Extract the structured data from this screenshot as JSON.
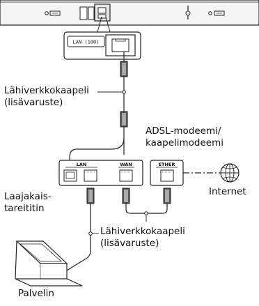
{
  "figure": {
    "soundbar_port_label": "LAN (100)",
    "cable_top_label": [
      "Lähiverkkokaapeli",
      "(lisävaruste)"
    ],
    "modem_label": [
      "ADSL-modeemi/",
      "kaapelimodeemi"
    ],
    "router_label": [
      "Laajakais-",
      "tareititin"
    ],
    "router_lan_label": "LAN",
    "router_wan_label": "WAN",
    "modem_port_label": "ETHER",
    "internet_label": "Internet",
    "cable_bottom_label": [
      "Lähiverkkokaapeli",
      "(lisävaruste)"
    ],
    "server_label": "Palvelin"
  },
  "icons": [
    "soundbar",
    "lan-port-icon",
    "cable-plug-icon",
    "router",
    "modem",
    "globe-icon",
    "laptop-icon"
  ]
}
